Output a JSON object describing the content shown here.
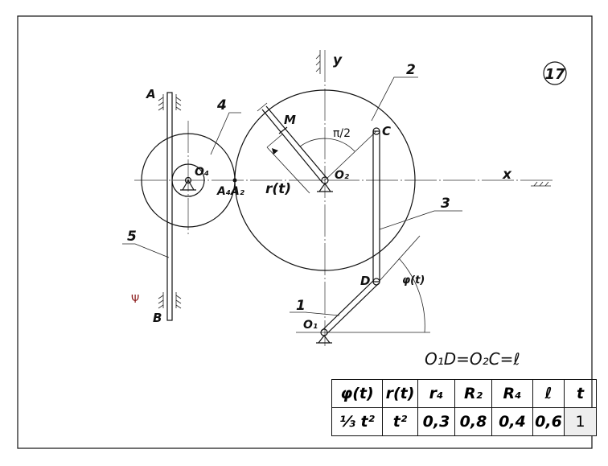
{
  "badge_number": "17",
  "labels": {
    "A": "A",
    "B": "B",
    "C": "C",
    "D": "D",
    "M": "M",
    "O1": "O₁",
    "O2": "O₂",
    "O4": "O₄",
    "A4A2": "A₄A₂",
    "x_axis": "x",
    "y_axis": "y",
    "r_t": "r(t)",
    "phi_t": "φ(t)",
    "half_pi": "π/2",
    "psi": "Ψ",
    "body1": "1",
    "body2": "2",
    "body3": "3",
    "body4": "4",
    "body5": "5"
  },
  "relation": "O₁D=O₂C=ℓ",
  "table": {
    "headers": [
      "φ(t)",
      "r(t)",
      "r₄",
      "R₂",
      "R₄",
      "ℓ",
      "t"
    ],
    "values": [
      "⅓ t²",
      "t²",
      "0,3",
      "0,8",
      "0,4",
      "0,6",
      "1"
    ]
  },
  "colors": {
    "ink": "#111111",
    "psi": "#8b1a1a"
  }
}
